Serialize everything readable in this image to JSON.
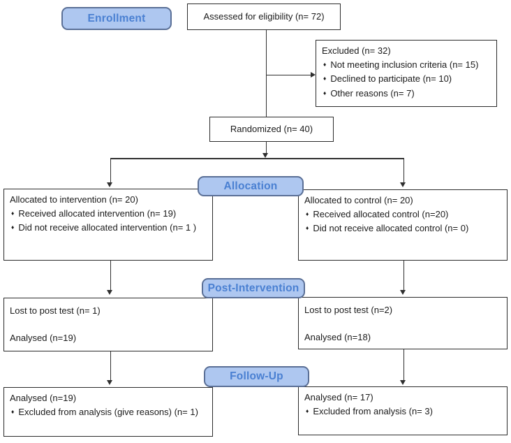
{
  "glyphs": {
    "bullet": "♦"
  },
  "colors": {
    "stage_fill": "#aec7f0",
    "stage_border": "#5a6f96",
    "stage_text": "#4a80d2",
    "line": "#2f2f2f",
    "box_border": "#2b2b2b"
  },
  "stages": {
    "enrollment": "Enrollment",
    "allocation": "Allocation",
    "post_intervention": "Post-Intervention",
    "follow_up": "Follow-Up"
  },
  "boxes": {
    "assessed": {
      "text": "Assessed for eligibility (n= 72)"
    },
    "excluded": {
      "title": "Excluded (n= 32)",
      "items": [
        "Not meeting inclusion criteria (n= 15)",
        "Declined to participate (n= 10)",
        "Other reasons (n= 7)"
      ]
    },
    "randomized": {
      "text": "Randomized (n= 40)"
    },
    "allocated_intervention": {
      "title": "Allocated to intervention (n= 20)",
      "items": [
        "Received allocated intervention (n= 19)",
        "Did not receive allocated intervention (n= 1 )"
      ]
    },
    "allocated_control": {
      "title": "Allocated to control (n= 20)",
      "items": [
        "Received allocated control (n=20)",
        "Did not receive allocated control (n= 0)"
      ]
    },
    "post_intervention_left": {
      "lost": "Lost to post test (n= 1)",
      "analysed": "Analysed (n=19)"
    },
    "post_intervention_right": {
      "lost": "Lost to post test (n=2)",
      "analysed": "Analysed (n=18)"
    },
    "follow_up_left": {
      "title": "Analysed (n=19)",
      "items": [
        "Excluded from analysis (give reasons) (n= 1)"
      ]
    },
    "follow_up_right": {
      "title": "Analysed (n= 17)",
      "items": [
        "Excluded from analysis (n= 3)"
      ]
    }
  }
}
